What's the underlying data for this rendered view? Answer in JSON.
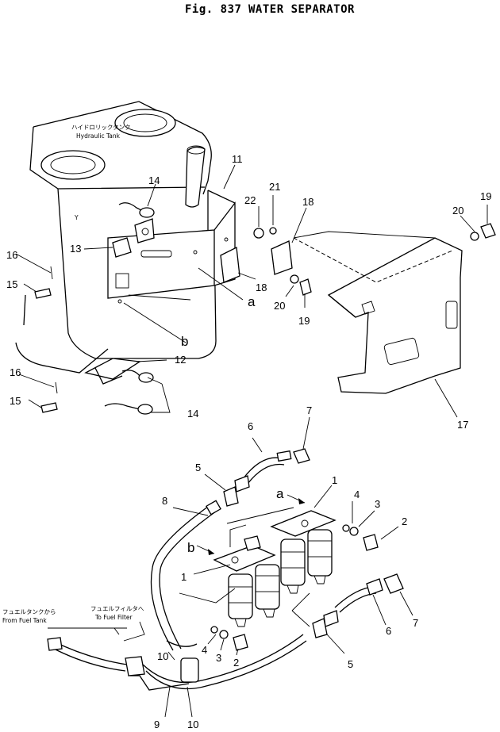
{
  "figure": {
    "number_label": "Fig. 837",
    "title": "WATER SEPARATOR"
  },
  "annotations": {
    "hydraulic_tank_jp": "ハイドロリックタンク",
    "hydraulic_tank_en": "Hydraulic Tank",
    "from_fuel_tank_jp": "フュエルタンクから",
    "from_fuel_tank_en": "From Fuel Tank",
    "to_fuel_filter_jp": "フュエルフィルタへ",
    "to_fuel_filter_en": "To Fuel Filter",
    "tank_mark": "Y"
  },
  "part_numbers": {
    "p1a": "1",
    "p1b": "1",
    "p2a": "2",
    "p2b": "2",
    "p3a": "3",
    "p3b": "3",
    "p4a": "4",
    "p4b": "4",
    "p5a": "5",
    "p5b": "5",
    "p6a": "6",
    "p6b": "6",
    "p7a": "7",
    "p7b": "7",
    "p8": "8",
    "p9": "9",
    "p10a": "10",
    "p10b": "10",
    "p11": "11",
    "p12": "12",
    "p13": "13",
    "p14a": "14",
    "p14b": "14",
    "p15a": "15",
    "p15b": "15",
    "p16a": "16",
    "p16b": "16",
    "p17": "17",
    "p18a": "18",
    "p18b": "18",
    "p19a": "19",
    "p19b": "19",
    "p20a": "20",
    "p20b": "20",
    "p21": "21",
    "p22": "22"
  },
  "reference_letters": {
    "a_top": "a",
    "b_top": "b",
    "a_bottom": "a",
    "b_bottom": "b"
  }
}
